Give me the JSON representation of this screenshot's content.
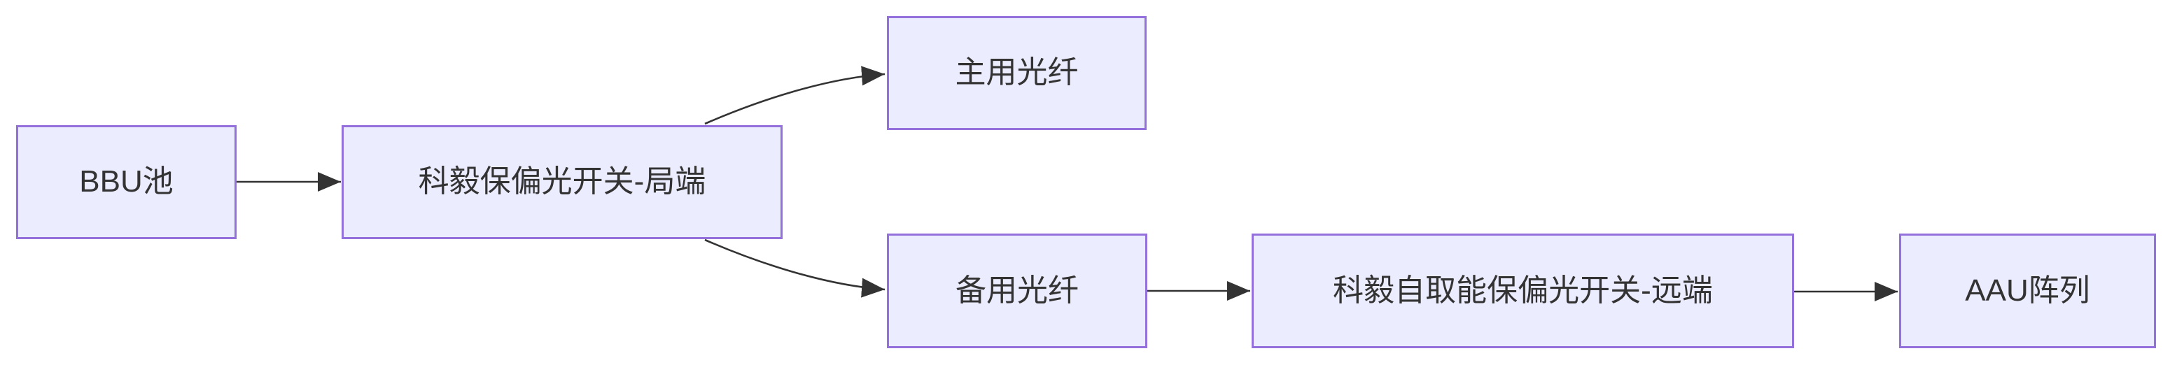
{
  "diagram": {
    "type": "flowchart",
    "direction": "LR",
    "colors": {
      "node_fill": "#ECECFF",
      "node_border": "#9370DB",
      "edge": "#333333",
      "text": "#333333",
      "background": "#FFFFFF"
    },
    "nodes": [
      {
        "id": "bbu-pool",
        "label": "BBU池"
      },
      {
        "id": "local-switch",
        "label": "科毅保偏光开关-局端"
      },
      {
        "id": "primary-fiber",
        "label": "主用光纤"
      },
      {
        "id": "backup-fiber",
        "label": "备用光纤"
      },
      {
        "id": "remote-switch",
        "label": "科毅自取能保偏光开关-远端"
      },
      {
        "id": "aau-array",
        "label": "AAU阵列"
      }
    ],
    "connections": [
      {
        "from": "BBU池",
        "to": "科毅保偏光开关-局端",
        "arrow": true
      },
      {
        "from": "科毅保偏光开关-局端",
        "to": "主用光纤",
        "arrow": true
      },
      {
        "from": "科毅保偏光开关-局端",
        "to": "备用光纤",
        "arrow": true
      },
      {
        "from": "备用光纤",
        "to": "科毅自取能保偏光开关-远端",
        "arrow": true
      },
      {
        "from": "科毅自取能保偏光开关-远端",
        "to": "AAU阵列",
        "arrow": true
      }
    ]
  }
}
